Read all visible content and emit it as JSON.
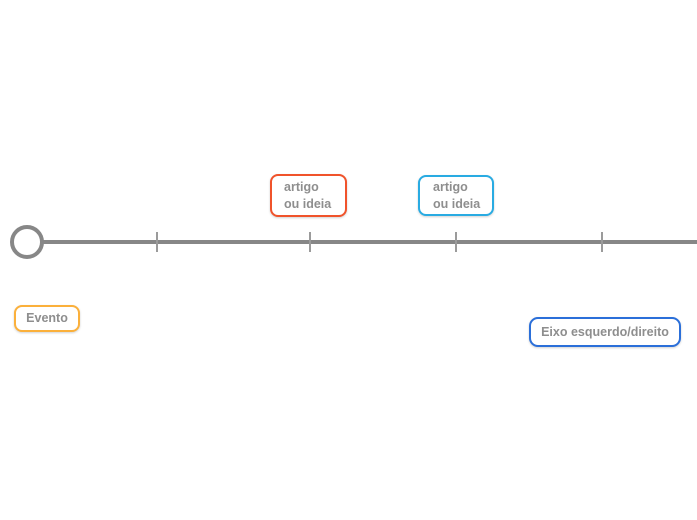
{
  "canvas": {
    "background": "#ffffff",
    "text_color": "#8e8e8e"
  },
  "timeline": {
    "origin_marker": "circle",
    "axis_color": "#878787",
    "tick_color": "#9b9b9b",
    "tick_count": 4
  },
  "nodes": {
    "article_idea_1": {
      "label": "artigo\nou ideia",
      "border_color": "#f0532b"
    },
    "article_idea_2": {
      "label": "artigo\nou ideia",
      "border_color": "#29abe2"
    },
    "event": {
      "label": "Evento",
      "border_color": "#fbb03b"
    },
    "axis_label": {
      "label": "Eixo esquerdo/direito",
      "border_color": "#2b6fd9"
    }
  }
}
